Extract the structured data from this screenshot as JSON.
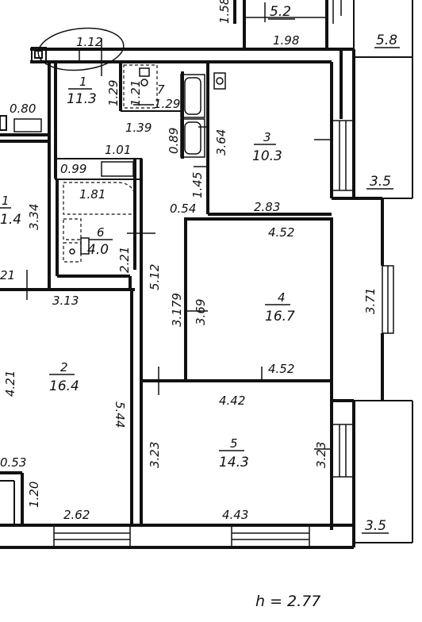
{
  "rooms": [
    {
      "id": "r1",
      "number": "1",
      "area": "11.3"
    },
    {
      "id": "r2",
      "number": "2",
      "area": "16.4"
    },
    {
      "id": "r3",
      "number": "3",
      "area": "10.3"
    },
    {
      "id": "r4",
      "number": "4",
      "area": "16.7"
    },
    {
      "id": "r5",
      "number": "5",
      "area": "14.3"
    },
    {
      "id": "r6",
      "number": "6",
      "area": "4.0"
    },
    {
      "id": "r7",
      "number": "7",
      "area": "1.29"
    },
    {
      "id": "r8",
      "number": "1",
      "area": "1.4"
    }
  ],
  "top_labels": {
    "area_52": "5.2",
    "area_58": "5.8",
    "dim_158": "1.58",
    "dim_198": "1.98"
  },
  "balcony_areas": [
    "3.5",
    "3.5"
  ],
  "dimensions": {
    "d112": "1.12",
    "d129": "1.29",
    "d080": "0.80",
    "d121": "1.21",
    "d139": "1.39",
    "d089": "0.89",
    "d364": "3.64",
    "d101": "1.01",
    "d099": "0.99",
    "d145": "1.45",
    "d181": "1.81",
    "d334": "3.34",
    "d054": "0.54",
    "d283": "2.83",
    "d452a": "4.52",
    "d221": "2.21",
    "d512": "5.12",
    "d21": "21",
    "d313": "3.13",
    "d179": "3.179",
    "d369": "3.69",
    "d371": "3.71",
    "d452b": "4.52",
    "d421": "4.21",
    "d544": "5.44",
    "d442": "4.42",
    "d323a": "3.23",
    "d323b": "3.23",
    "d053": "0.53",
    "d120": "1.20",
    "d262": "2.62",
    "d443": "4.43"
  },
  "ceiling_height": "h = 2.77"
}
